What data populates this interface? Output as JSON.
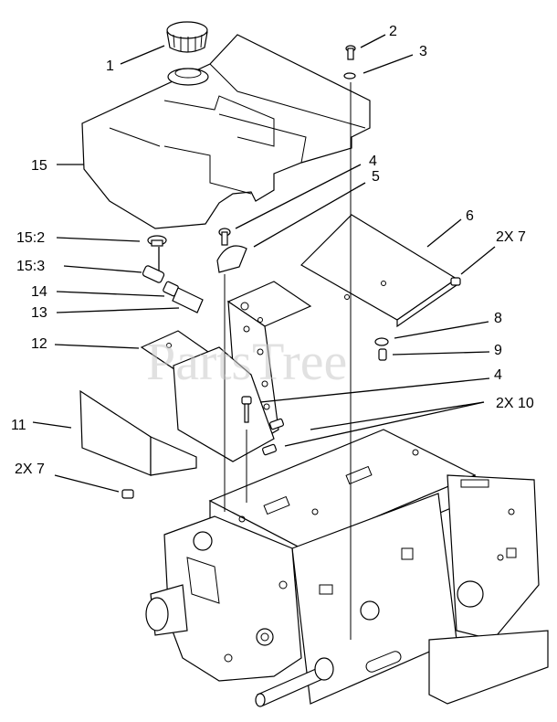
{
  "watermark": "PartsTree",
  "callouts": [
    {
      "id": "c1",
      "text": "1"
    },
    {
      "id": "c2",
      "text": "2"
    },
    {
      "id": "c3",
      "text": "3"
    },
    {
      "id": "c4a",
      "text": "4"
    },
    {
      "id": "c5",
      "text": "5"
    },
    {
      "id": "c6",
      "text": "6"
    },
    {
      "id": "c7a",
      "text": "2X 7"
    },
    {
      "id": "c8",
      "text": "8"
    },
    {
      "id": "c9",
      "text": "9"
    },
    {
      "id": "c4b",
      "text": "4"
    },
    {
      "id": "c10",
      "text": "2X 10"
    },
    {
      "id": "c11",
      "text": "11"
    },
    {
      "id": "c7b",
      "text": "2X 7"
    },
    {
      "id": "c12",
      "text": "12"
    },
    {
      "id": "c13",
      "text": "13"
    },
    {
      "id": "c14",
      "text": "14"
    },
    {
      "id": "c153",
      "text": "15:3"
    },
    {
      "id": "c152",
      "text": "15:2"
    },
    {
      "id": "c15",
      "text": "15"
    }
  ]
}
